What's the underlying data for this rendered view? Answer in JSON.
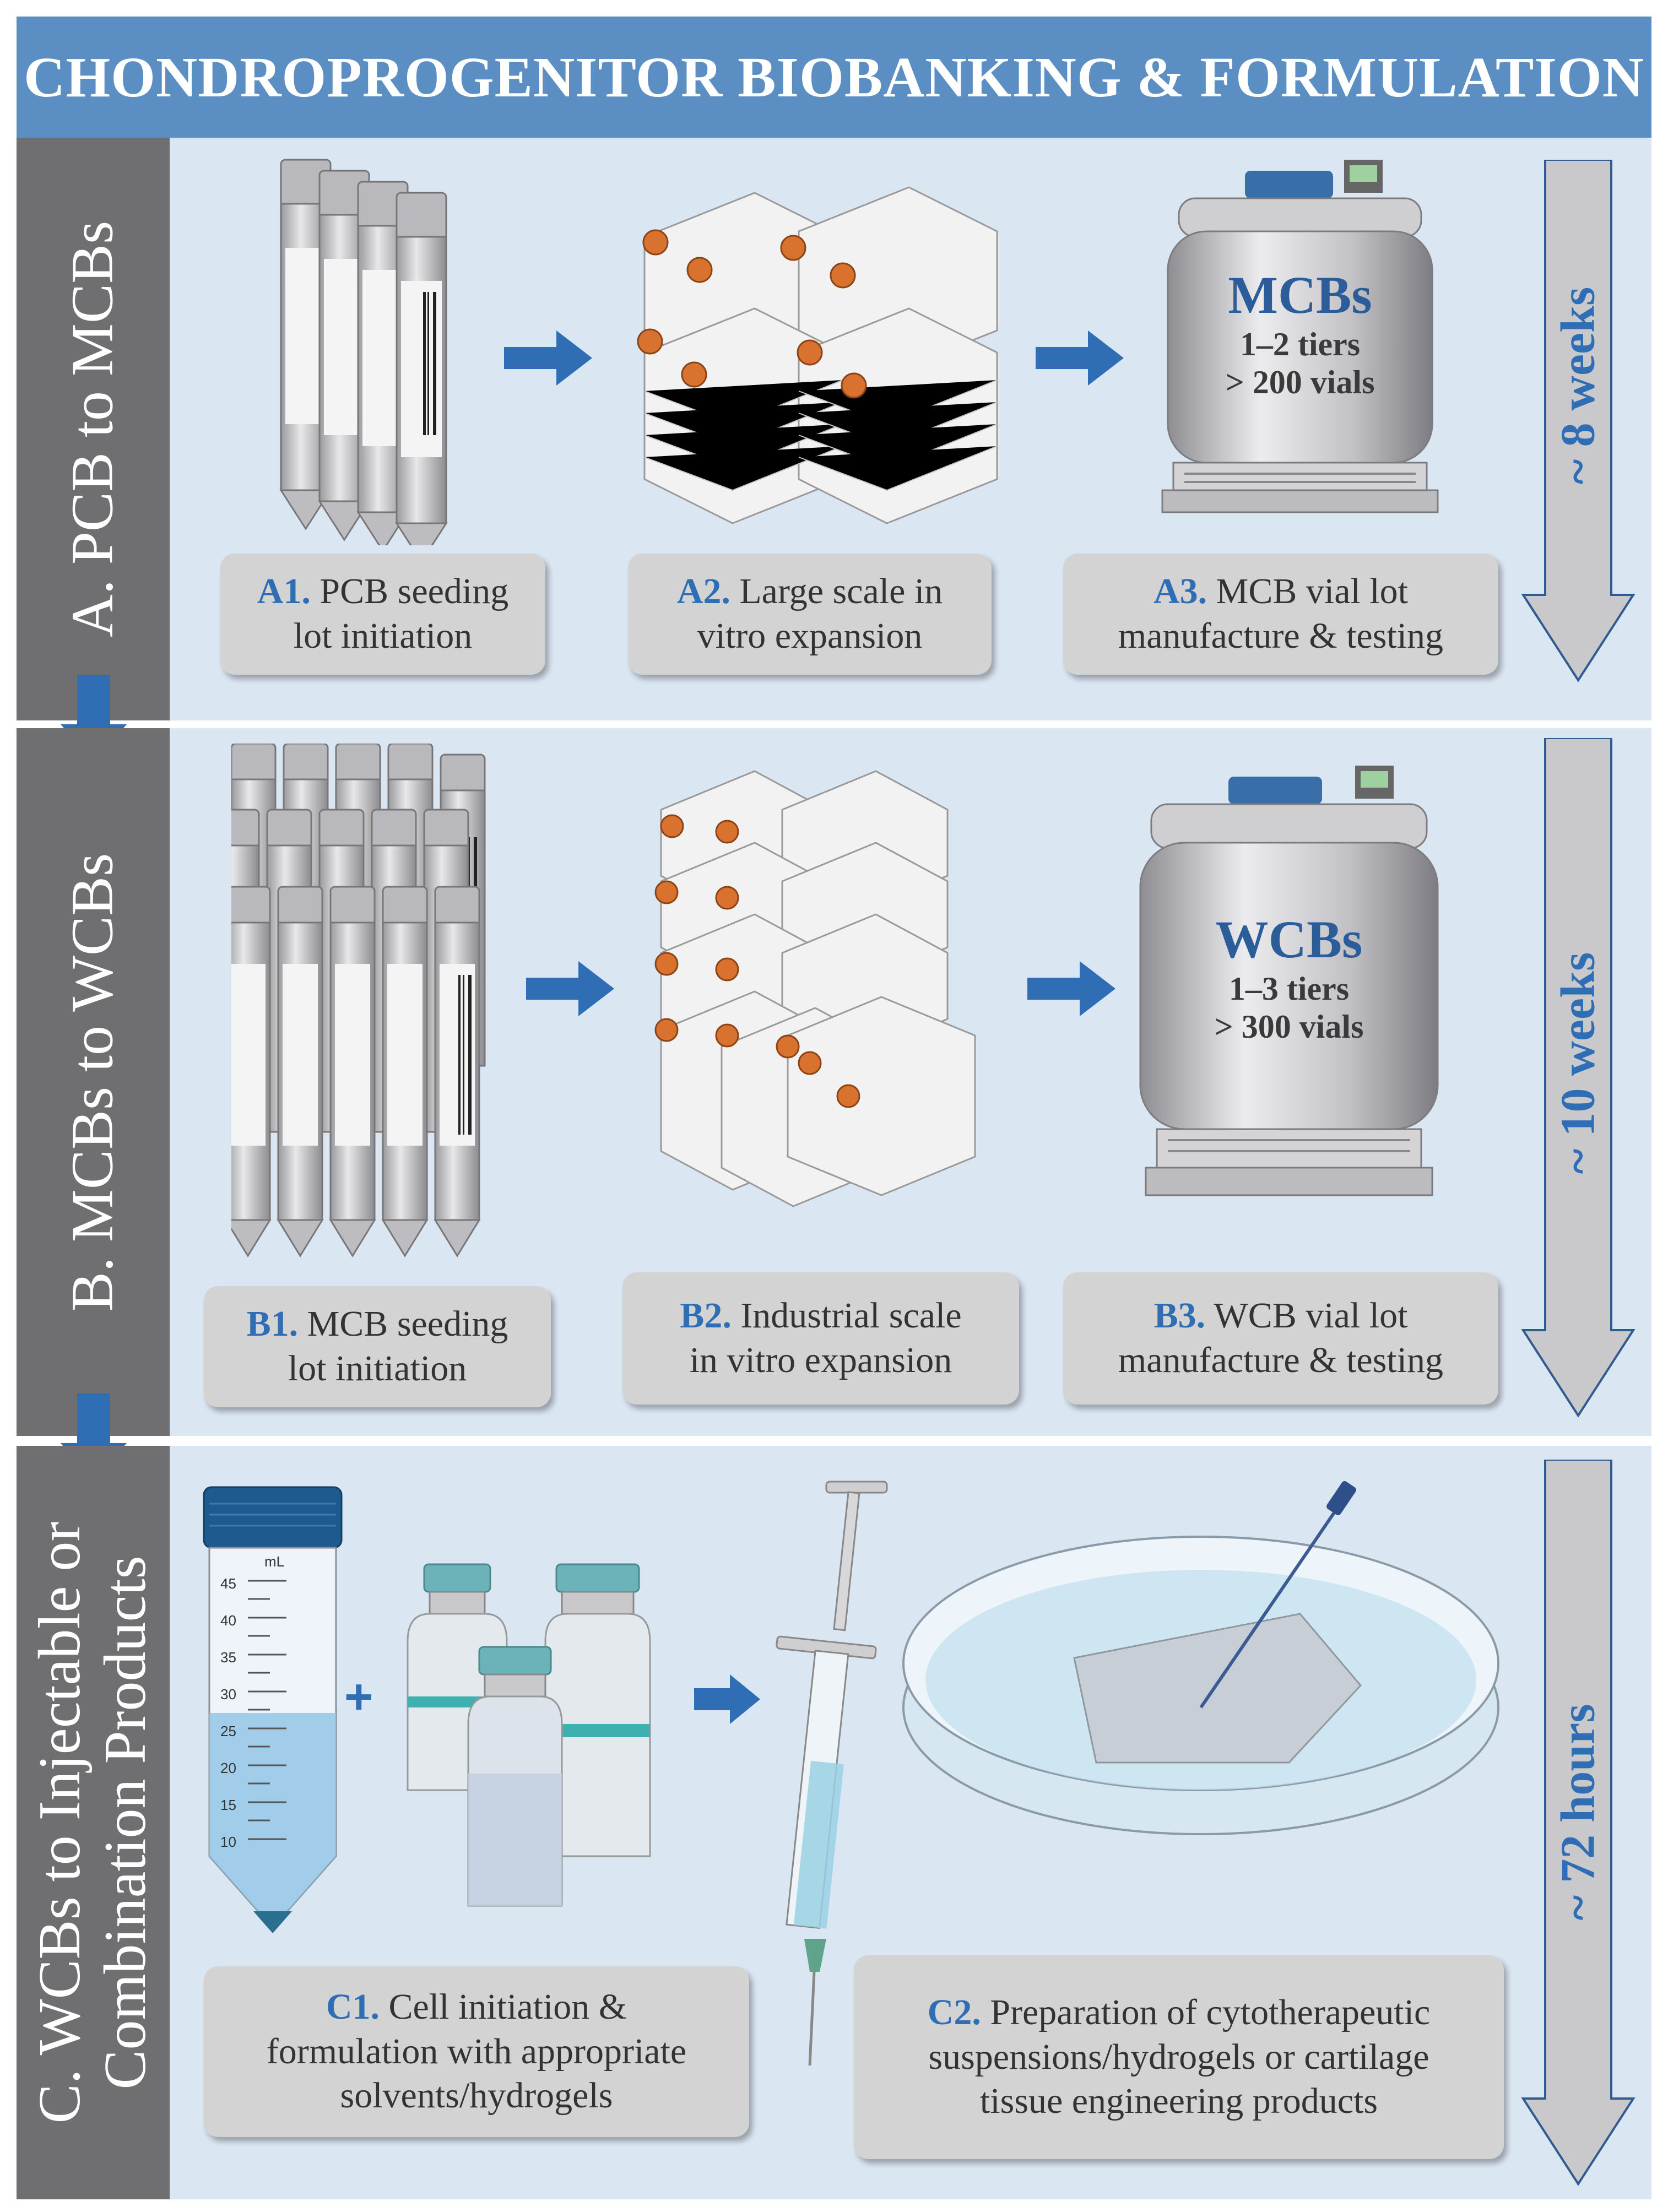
{
  "title": "CHONDROPROGENITOR BIOBANKING & FORMULATION",
  "colors": {
    "header": "#5b8fc4",
    "sidebar": "#6f6f72",
    "panel": "#dbe6f3",
    "accent": "#2f6eb5",
    "caption_bg": "#d3d3d3",
    "arrow_gray": "#c9c9cc"
  },
  "sections": {
    "a": {
      "label": "A. PCB to MCBs",
      "duration": "~ 8 weeks",
      "tank": {
        "name": "MCBs",
        "line1": "1–2 tiers",
        "line2": "> 200 vials"
      },
      "steps": [
        {
          "id": "A1.",
          "text1": "PCB seeding",
          "text2": "lot initiation"
        },
        {
          "id": "A2.",
          "text1": "Large scale in",
          "text2": "vitro expansion"
        },
        {
          "id": "A3.",
          "text1": "MCB vial lot",
          "text2": "manufacture & testing"
        }
      ]
    },
    "b": {
      "label": "B. MCBs to WCBs",
      "duration": "~ 10 weeks",
      "tank": {
        "name": "WCBs",
        "line1": "1–3 tiers",
        "line2": "> 300 vials"
      },
      "steps": [
        {
          "id": "B1.",
          "text1": "MCB seeding",
          "text2": "lot  initiation"
        },
        {
          "id": "B2.",
          "text1": "Industrial scale",
          "text2": "in vitro expansion"
        },
        {
          "id": "B3.",
          "text1": "WCB vial lot",
          "text2": "manufacture & testing"
        }
      ]
    },
    "c": {
      "label1": "C. WCBs to Injectable or",
      "label2": "Combination Products",
      "duration": "~ 72 hours",
      "steps": [
        {
          "id": "C1.",
          "text1": "Cell initiation &",
          "text2": "formulation with appropriate",
          "text3": "solvents/hydrogels"
        },
        {
          "id": "C2.",
          "text1": "Preparation of cytotherapeutic",
          "text2": "suspensions/hydrogels or cartilage",
          "text3": "tissue engineering products"
        }
      ],
      "tube": {
        "unit": "mL",
        "ticks": [
          "45",
          "40",
          "35",
          "30",
          "25",
          "20",
          "15",
          "10"
        ]
      },
      "plus": "+"
    }
  }
}
